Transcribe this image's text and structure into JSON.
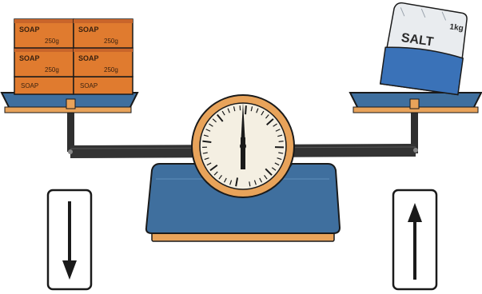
{
  "scene": {
    "left_pan": {
      "box_brand": "SOAP",
      "box_weight": "250g",
      "box_count": 6
    },
    "right_pan": {
      "bag_label": "SALT",
      "bag_weight": "1kg"
    },
    "dial": {
      "pointer": "needle-up"
    },
    "indicators": {
      "left": "arrow-down",
      "right": "arrow-up"
    },
    "colors": {
      "scale_blue": "#3f6f9e",
      "base_orange": "#e8a35a",
      "box_orange": "#e07b2f",
      "salt_blue": "#3a72b8",
      "outline": "#1a1a1a"
    }
  }
}
